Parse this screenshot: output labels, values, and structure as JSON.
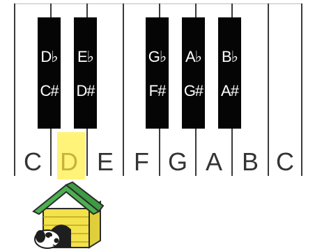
{
  "keyboard": {
    "white_keys": [
      {
        "note": "C"
      },
      {
        "note": "D",
        "highlighted": true
      },
      {
        "note": "E"
      },
      {
        "note": "F"
      },
      {
        "note": "G"
      },
      {
        "note": "A"
      },
      {
        "note": "B"
      },
      {
        "note": "C"
      }
    ],
    "black_keys": [
      {
        "flat": "D♭",
        "sharp": "C#"
      },
      {
        "flat": "E♭",
        "sharp": "D#"
      },
      {
        "flat": "G♭",
        "sharp": "F#"
      },
      {
        "flat": "A♭",
        "sharp": "G#"
      },
      {
        "flat": "B♭",
        "sharp": "A#"
      }
    ],
    "highlight_color": "#fff37a"
  },
  "illustration": {
    "icon": "doghouse-with-dog-icon",
    "roof_color": "#4caf50",
    "wall_color": "#f3e24a"
  }
}
